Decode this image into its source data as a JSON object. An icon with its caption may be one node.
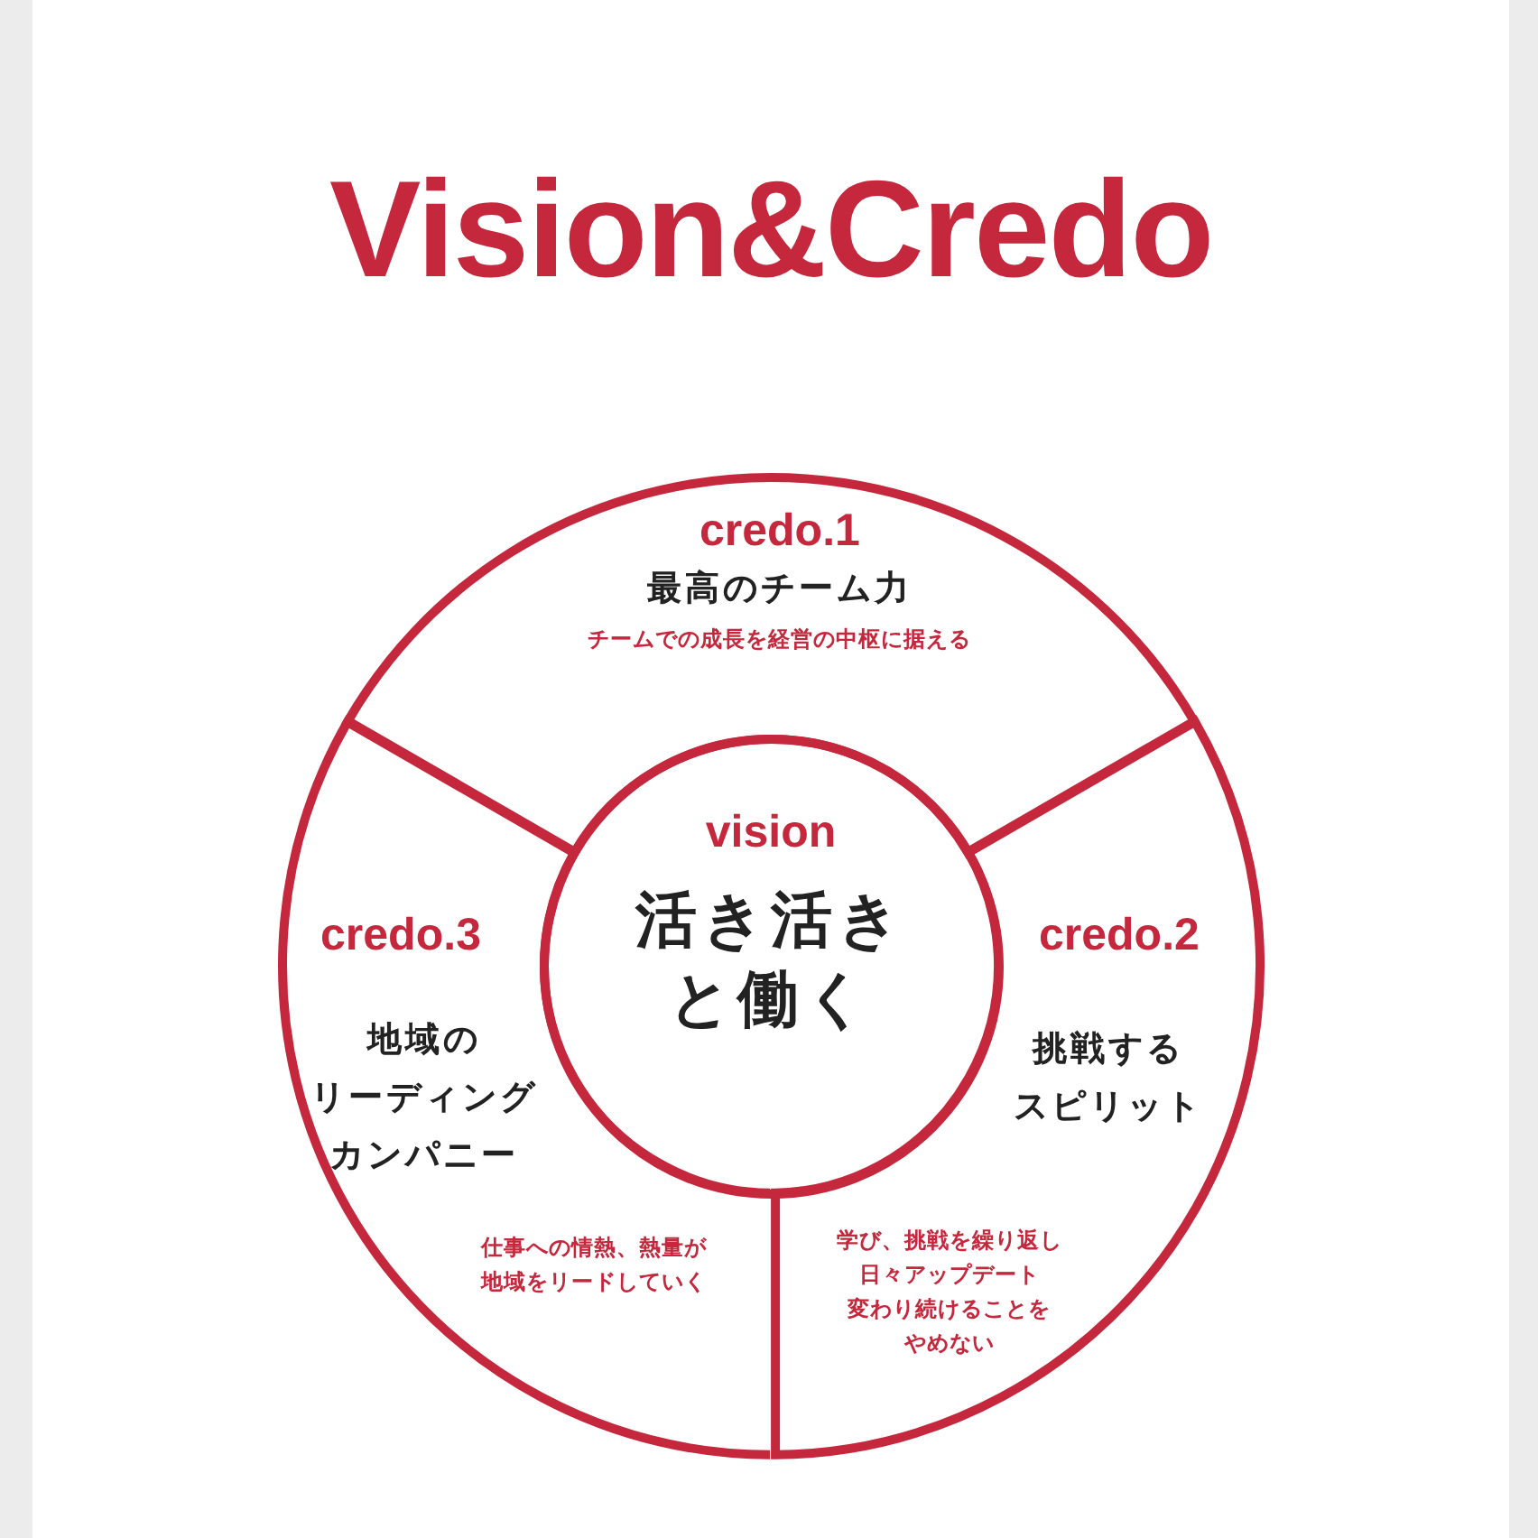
{
  "diagram": {
    "title": "Vision&Credo",
    "nodes": [
      {
        "text": [
          "credo.1",
          "最高のチーム力",
          "チームでの成長を経営の中枢に据える"
        ]
      },
      {
        "text": [
          "vision",
          "活き活きと働く"
        ]
      },
      {
        "text": [
          "credo.3",
          "地域のリーディングカンパニー",
          "仕事への情熱、熱量が地域をリードしていく"
        ]
      },
      {
        "text": [
          "credo.2",
          "挑戦するスピリット",
          "学び、挑戦を繰り返し日々アップデート変わり続けることをやめない"
        ]
      }
    ]
  }
}
